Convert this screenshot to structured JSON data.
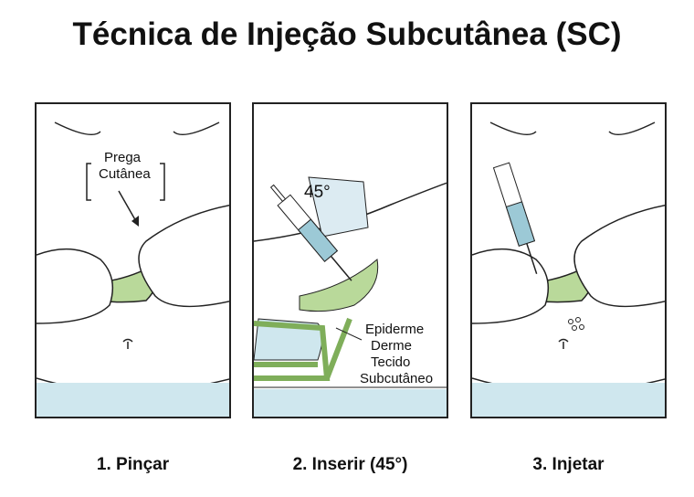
{
  "title": "Técnica de Injeção Subcutânea (SC)",
  "panels": [
    {
      "caption": "1. Pinçar",
      "label_line1": "Prega",
      "label_line2": "Cutânea"
    },
    {
      "caption": "2. Inserir (45°)",
      "angle": "45°",
      "layers": [
        "Epiderme",
        "Derme",
        "Tecido",
        "Subcutâneo"
      ]
    },
    {
      "caption": "3. Injetar"
    }
  ],
  "colors": {
    "skin_fold": "#b9d99a",
    "tissue": "#cfe7ee",
    "liquid": "#9cc9d6"
  }
}
